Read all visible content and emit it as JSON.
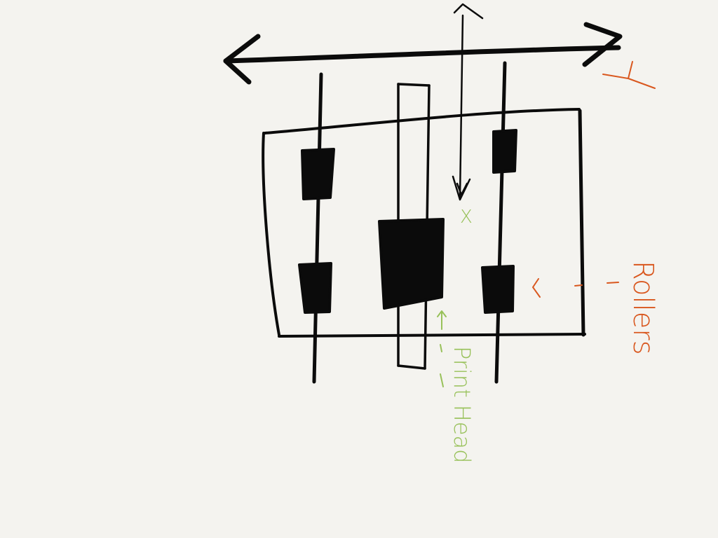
{
  "colors": {
    "background": "#f4f3ef",
    "ink": "#0b0b0b",
    "orange": "#d9571e",
    "green": "#98c15a"
  },
  "labels": {
    "y_axis": "Y",
    "x_axis": "X",
    "rollers": "Rollers",
    "print_head": "Print Head"
  }
}
